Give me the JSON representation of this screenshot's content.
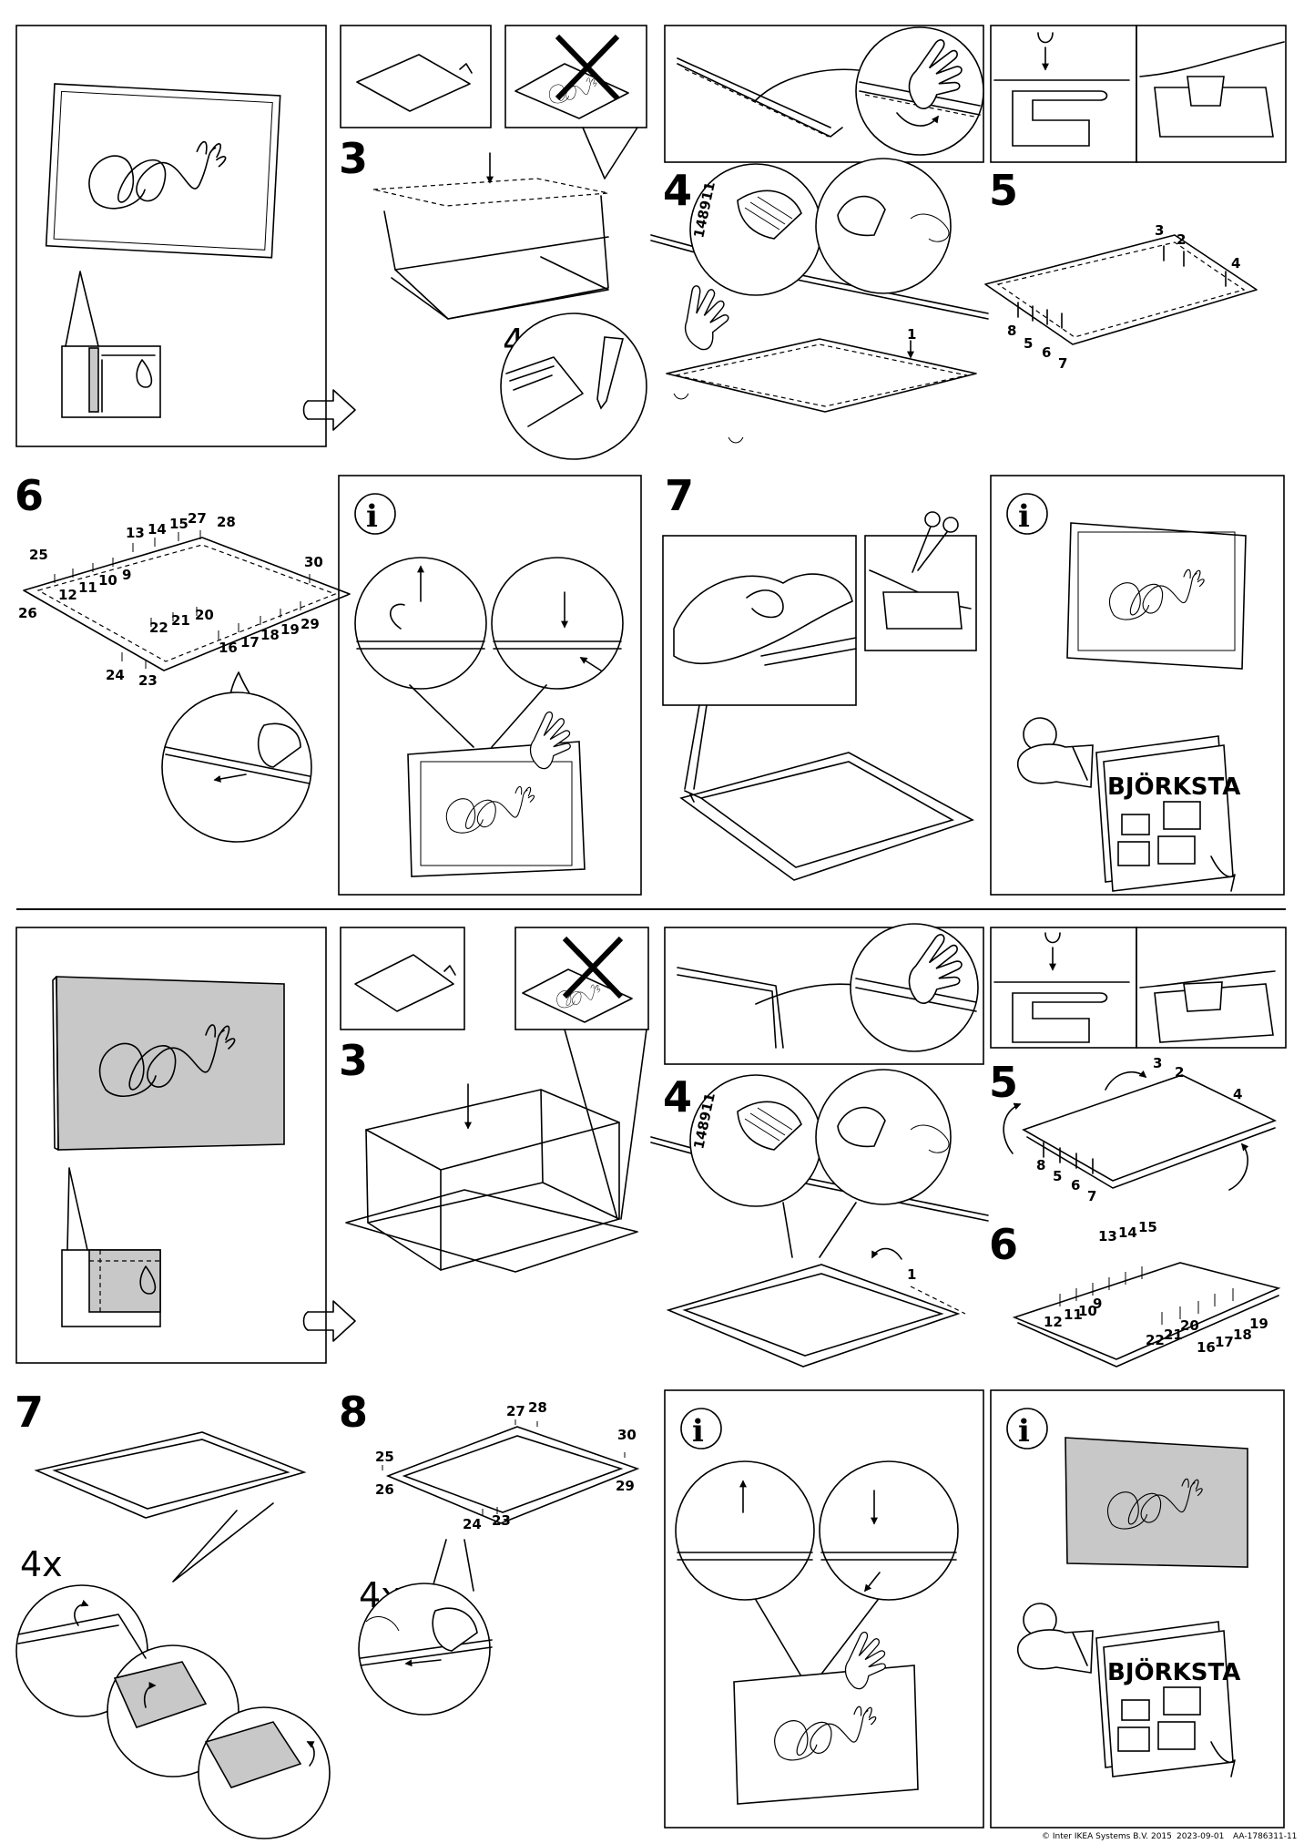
{
  "steps": {
    "top_3": "3",
    "top_4": "4",
    "top_5": "5",
    "top_6": "6",
    "top_7": "7",
    "bot_3": "3",
    "bot_4": "4",
    "bot_5": "5",
    "bot_6": "6",
    "bot_7": "7",
    "bot_8": "8"
  },
  "quantities": {
    "top_pencil": "4x",
    "bot_corners": "4x",
    "bot_brush": "4x"
  },
  "part_number": "148911",
  "info_symbol": "i",
  "booklet_title": "BJÖRKSTA",
  "clip_numbers": {
    "top5": [
      "1",
      "2",
      "3",
      "4",
      "5",
      "6",
      "7",
      "8"
    ],
    "top6": [
      "9",
      "10",
      "11",
      "12",
      "13",
      "14",
      "15",
      "16",
      "17",
      "18",
      "19",
      "20",
      "21",
      "22",
      "23",
      "24",
      "25",
      "26",
      "27",
      "28",
      "29",
      "30"
    ],
    "bot5": [
      "1",
      "2",
      "3",
      "4",
      "5",
      "6",
      "7",
      "8"
    ],
    "bot6": [
      "9",
      "10",
      "11",
      "12",
      "13",
      "14",
      "15",
      "16",
      "17",
      "18",
      "19",
      "20",
      "21",
      "22"
    ],
    "bot8": [
      "23",
      "24",
      "25",
      "26",
      "27",
      "28",
      "29",
      "30"
    ]
  },
  "footer": {
    "copyright": "© Inter IKEA Systems B.V. 2015",
    "date": "2023-09-01",
    "doc_id": "AA-1786311-11"
  },
  "colors": {
    "ink": "#000000",
    "paper": "#ffffff",
    "canvas_grey": "#c8c8c8"
  },
  "icons": [
    "arrow-right-outline-icon",
    "cross-icon",
    "pointing-hand-icon",
    "info-circle-icon",
    "scissors-icon",
    "brush-icon",
    "pencil-icon",
    "arrow-down-icon",
    "arrow-up-icon",
    "curved-arrow-icon"
  ]
}
